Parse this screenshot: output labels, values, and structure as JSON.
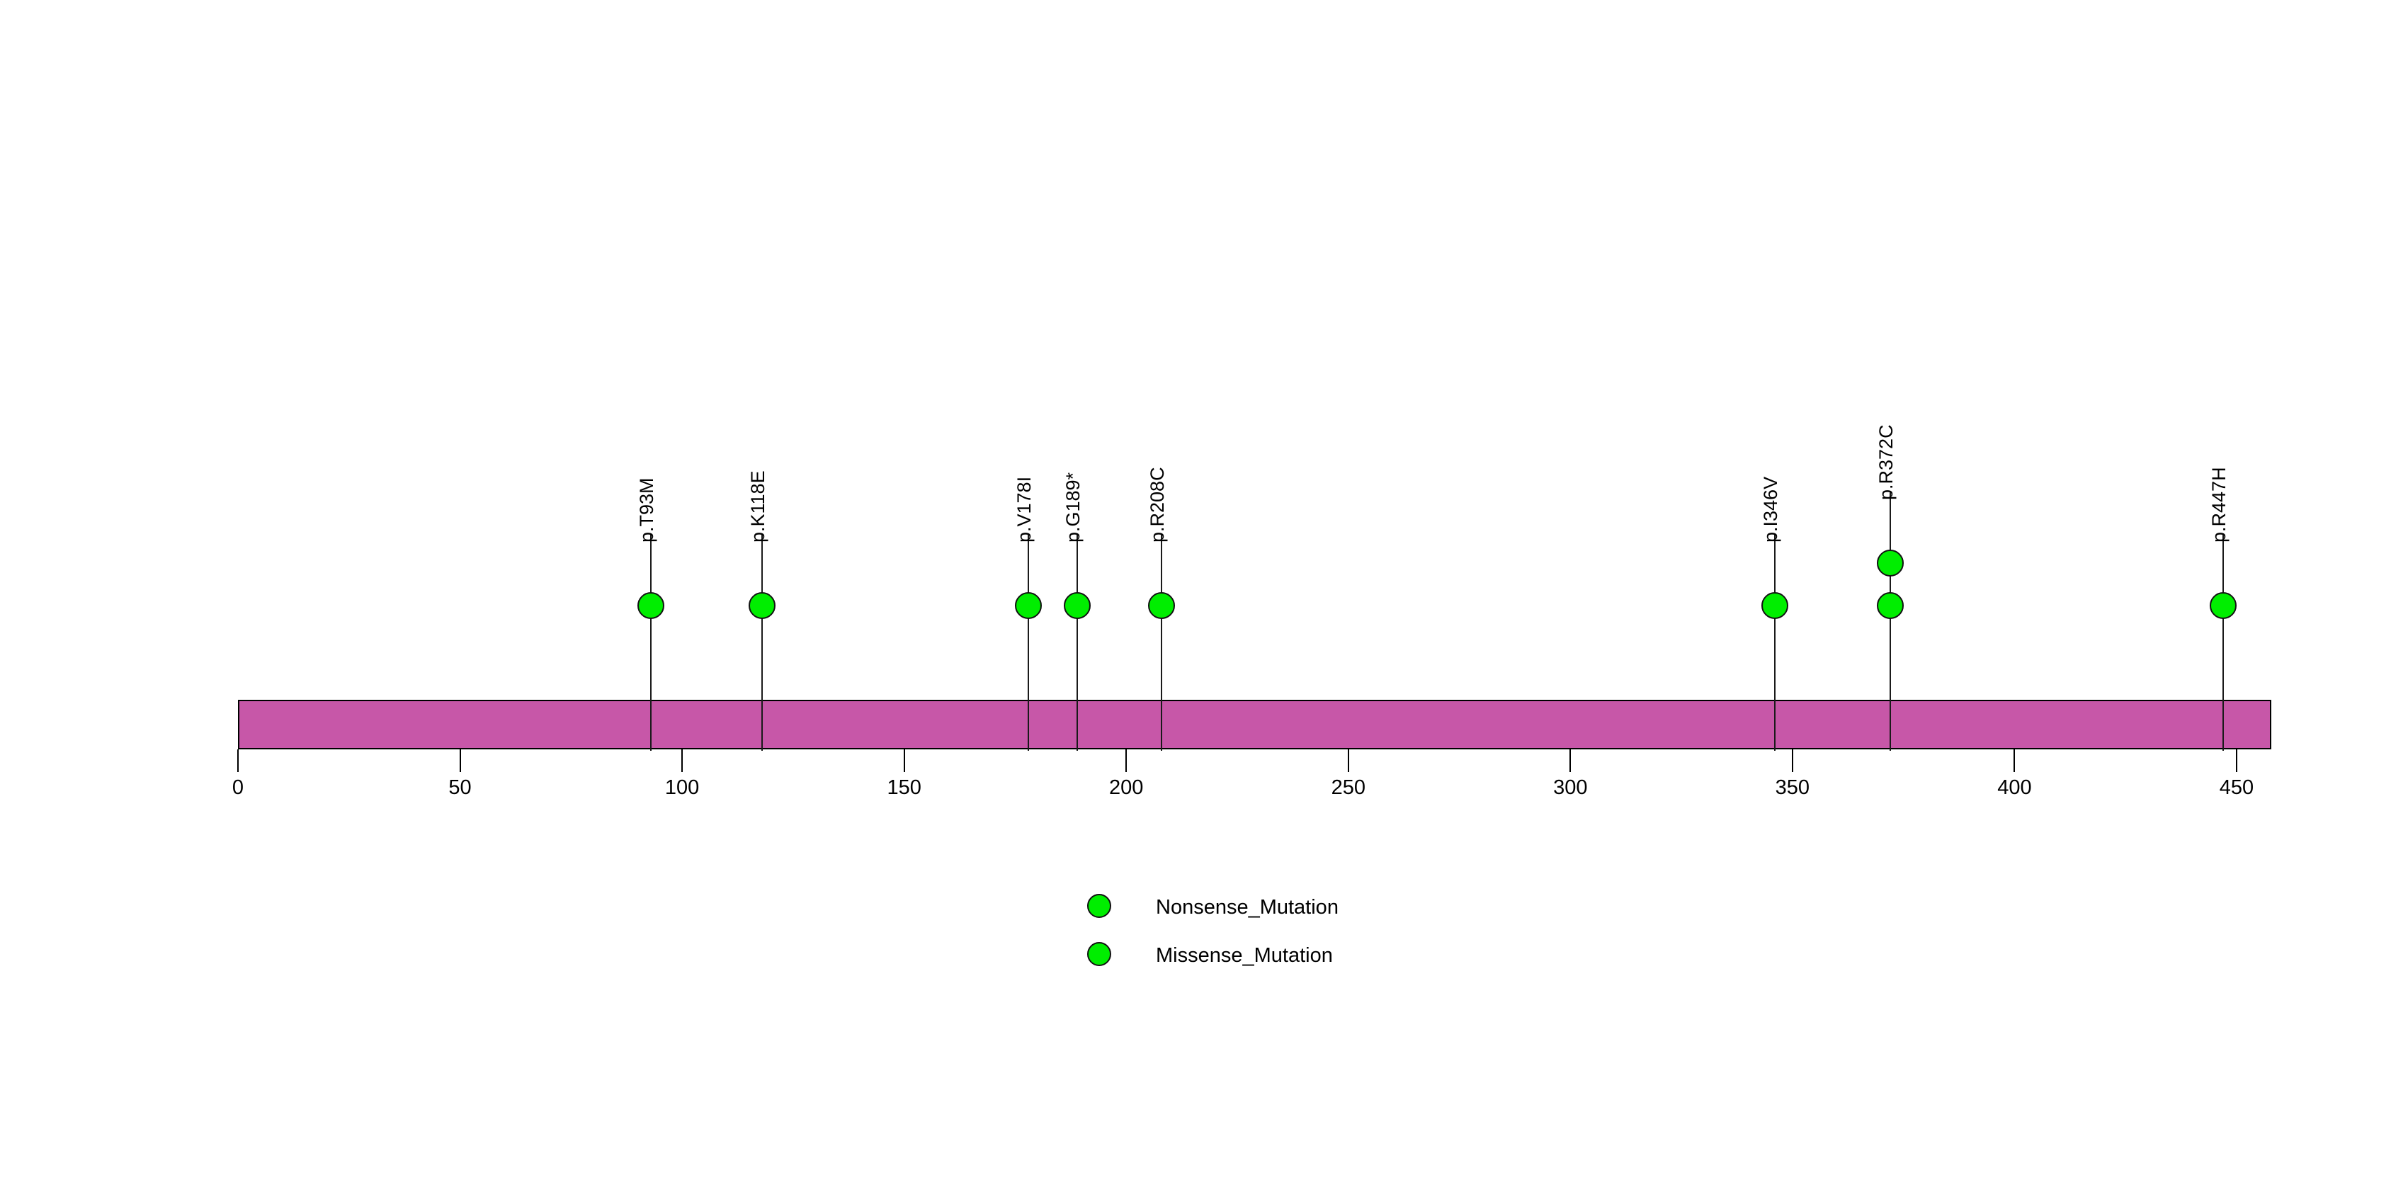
{
  "chart_data": {
    "type": "lollipop",
    "title": "",
    "xlabel": "",
    "ylabel": "",
    "xlim": [
      0,
      450
    ],
    "grid": false,
    "axis_ticks": [
      0,
      50,
      100,
      150,
      200,
      250,
      300,
      350,
      400,
      450
    ],
    "axis_tick_labels": [
      "0",
      "50",
      "100",
      "150",
      "200",
      "250",
      "300",
      "350",
      "400",
      "450"
    ],
    "protein_length": 450,
    "domain_track": {
      "name": "protein-backbone",
      "start": 0,
      "end": 450,
      "color": "#c757a8",
      "border_color": "#000000"
    },
    "marker_color": "#00ee00",
    "marker_border_color": "#111111",
    "mutations": [
      {
        "label": "p.T93M",
        "position": 93,
        "count": 1,
        "type": "Missense_Mutation"
      },
      {
        "label": "p.K118E",
        "position": 118,
        "count": 1,
        "type": "Missense_Mutation"
      },
      {
        "label": "p.V178I",
        "position": 178,
        "count": 1,
        "type": "Missense_Mutation"
      },
      {
        "label": "p.G189*",
        "position": 189,
        "count": 1,
        "type": "Nonsense_Mutation"
      },
      {
        "label": "p.R208C",
        "position": 208,
        "count": 1,
        "type": "Missense_Mutation"
      },
      {
        "label": "p.I346V",
        "position": 346,
        "count": 1,
        "type": "Missense_Mutation"
      },
      {
        "label": "p.R372C",
        "position": 372,
        "count": 2,
        "type": "Missense_Mutation"
      },
      {
        "label": "p.R447H",
        "position": 447,
        "count": 1,
        "type": "Missense_Mutation"
      }
    ],
    "legend": {
      "position": "bottom-center",
      "entries": [
        {
          "label": "Nonsense_Mutation",
          "color": "#00ee00"
        },
        {
          "label": "Missense_Mutation",
          "color": "#00ee00"
        }
      ]
    }
  }
}
